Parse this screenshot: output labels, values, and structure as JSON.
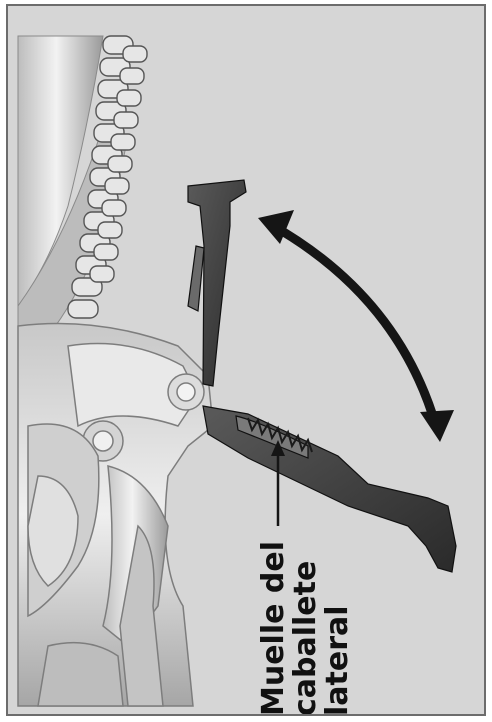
{
  "figure": {
    "description_icon": "motorcycle-side-stand-diagram",
    "background_color": "#d6d6d6",
    "arrow_color": "#151515",
    "callout": {
      "lines": [
        "Muelle del",
        "caballete",
        "lateral"
      ]
    }
  }
}
